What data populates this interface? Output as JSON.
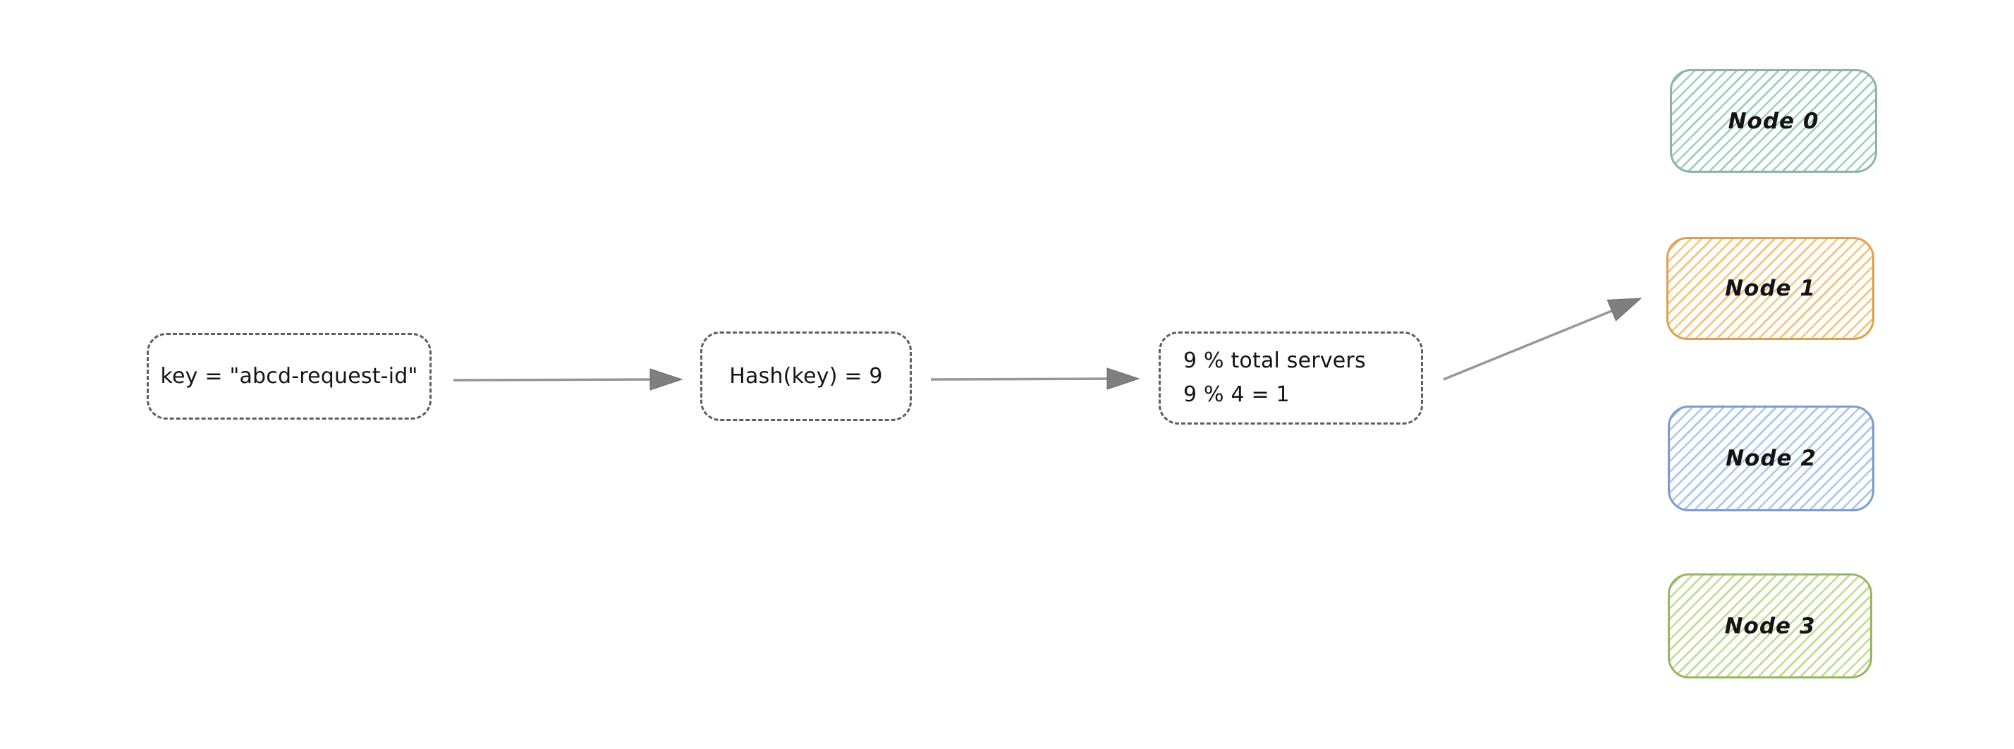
{
  "diagram": {
    "steps": [
      {
        "id": "key",
        "label": "key = \"abcd-request-id\""
      },
      {
        "id": "hash",
        "label": "Hash(key) = 9"
      },
      {
        "id": "mod",
        "line1": "9 % total servers",
        "line2": "9 % 4 = 1"
      }
    ],
    "nodes": [
      {
        "label": "Node 0",
        "border_color": "#8fb3a3",
        "hatch_color": "#9fd0ba"
      },
      {
        "label": "Node 1",
        "border_color": "#dda04f",
        "hatch_color": "#f2c57d"
      },
      {
        "label": "Node 2",
        "border_color": "#7d9bd0",
        "hatch_color": "#aac7ee"
      },
      {
        "label": "Node 3",
        "border_color": "#97b763",
        "hatch_color": "#c3da93"
      }
    ],
    "arrows": [
      {
        "from": "key",
        "to": "hash"
      },
      {
        "from": "hash",
        "to": "mod"
      },
      {
        "from": "mod",
        "to": "Node 1"
      }
    ],
    "colors": {
      "background": "#ffffff",
      "text": "#141414",
      "dashed_border": "#5e5e5e",
      "arrow_line": "#979797",
      "arrow_head": "#7f7f7f"
    }
  }
}
